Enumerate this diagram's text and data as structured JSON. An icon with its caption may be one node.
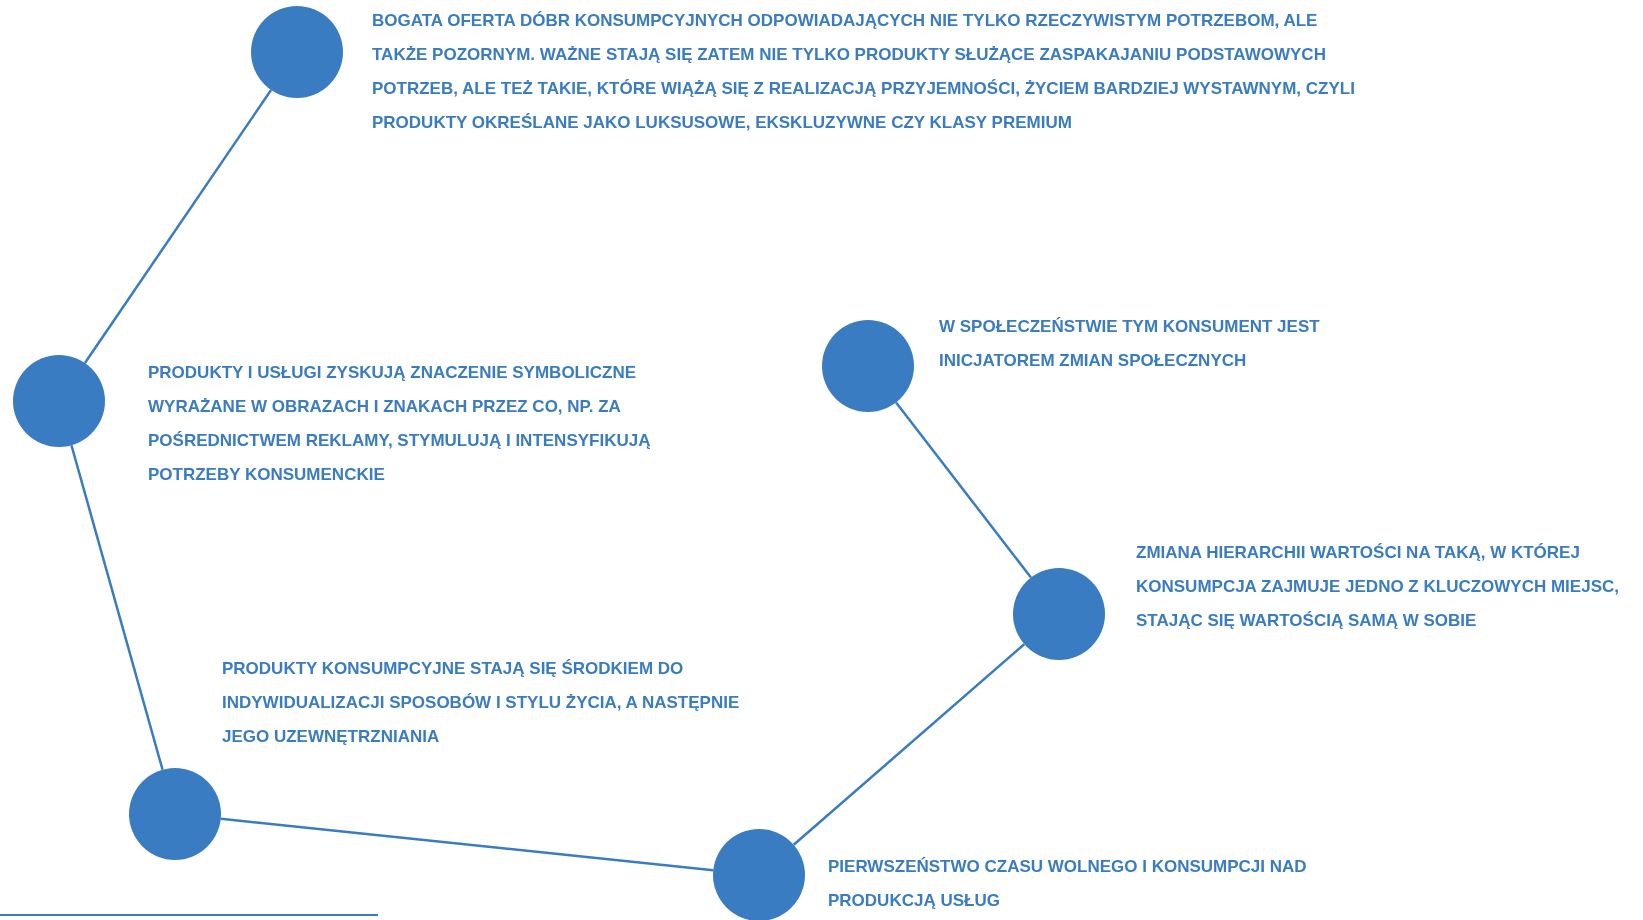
{
  "diagram": {
    "nodes": [
      {
        "text": [],
        "shape": "circle",
        "beside": [
          "BOGATA OFERTA DÓBR KONSUMPCYJNYCH ODPOWIADAJĄCYCH NIE TYLKO RZECZYWISTYM POTRZEBOM, ALE TAKŻE POZORNYM. WAŻNE STAJĄ SIĘ ZATEM NIE TYLKO PRODUKTY SŁUŻĄCE ZASPAKAJANIU PODSTAWOWYCH POTRZEB, ALE TEŻ TAKIE, KTÓRE WIĄŻĄ SIĘ Z REALIZACJĄ PRZYJEMNOŚCI, ŻYCIEM BARDZIEJ WYSTAWNYM, CZYLI PRODUKTY OKREŚLANE JAKO LUKSUSOWE, EKSKLUZYWNE CZY KLASY PREMIUM"
        ]
      },
      {
        "text": [],
        "shape": "circle",
        "beside": [
          "PRODUKTY I USŁUGI ZYSKUJĄ ZNACZENIE SYMBOLICZNE WYRAŻANE W OBRAZACH I ZNAKACH PRZEZ CO, NP. ZA POŚREDNICTWEM REKLAMY, STYMULUJĄ I INTENSYFIKUJĄ POTRZEBY KONSUMENCKIE"
        ]
      },
      {
        "text": [],
        "shape": "circle",
        "beside": [
          "PRODUKTY KONSUMPCYJNE STAJĄ SIĘ ŚRODKIEM DO INDYWIDUALIZACJI SPOSOBÓW I STYLU ŻYCIA, A NASTĘPNIE JEGO UZEWNĘTRZNIANIA"
        ]
      },
      {
        "text": [],
        "shape": "circle",
        "beside": [
          "PIERWSZEŃSTWO CZASU WOLNEGO I KONSUMPCJI NAD PRODUKCJĄ USŁUG"
        ]
      },
      {
        "text": [],
        "shape": "circle",
        "beside": [
          "ZMIANA HIERARCHII WARTOŚCI NA TAKĄ, W KTÓREJ KONSUMPCJA ZAJMUJE JEDNO Z KLUCZOWYCH MIEJSC, STAJĄC SIĘ WARTOŚCIĄ SAMĄ W SOBIE"
        ]
      },
      {
        "text": [],
        "shape": "circle",
        "beside": [
          "W SPOŁECZEŃSTWIE TYM KONSUMENT JEST INICJATOREM ZMIAN SPOŁECZNYCH"
        ]
      }
    ],
    "edges": [
      {
        "from": 0,
        "to": 1,
        "arrow": "none"
      },
      {
        "from": 1,
        "to": 2,
        "arrow": "none"
      },
      {
        "from": 2,
        "to": 3,
        "arrow": "none"
      },
      {
        "from": 3,
        "to": 4,
        "arrow": "none"
      },
      {
        "from": 4,
        "to": 5,
        "arrow": "none"
      }
    ]
  }
}
